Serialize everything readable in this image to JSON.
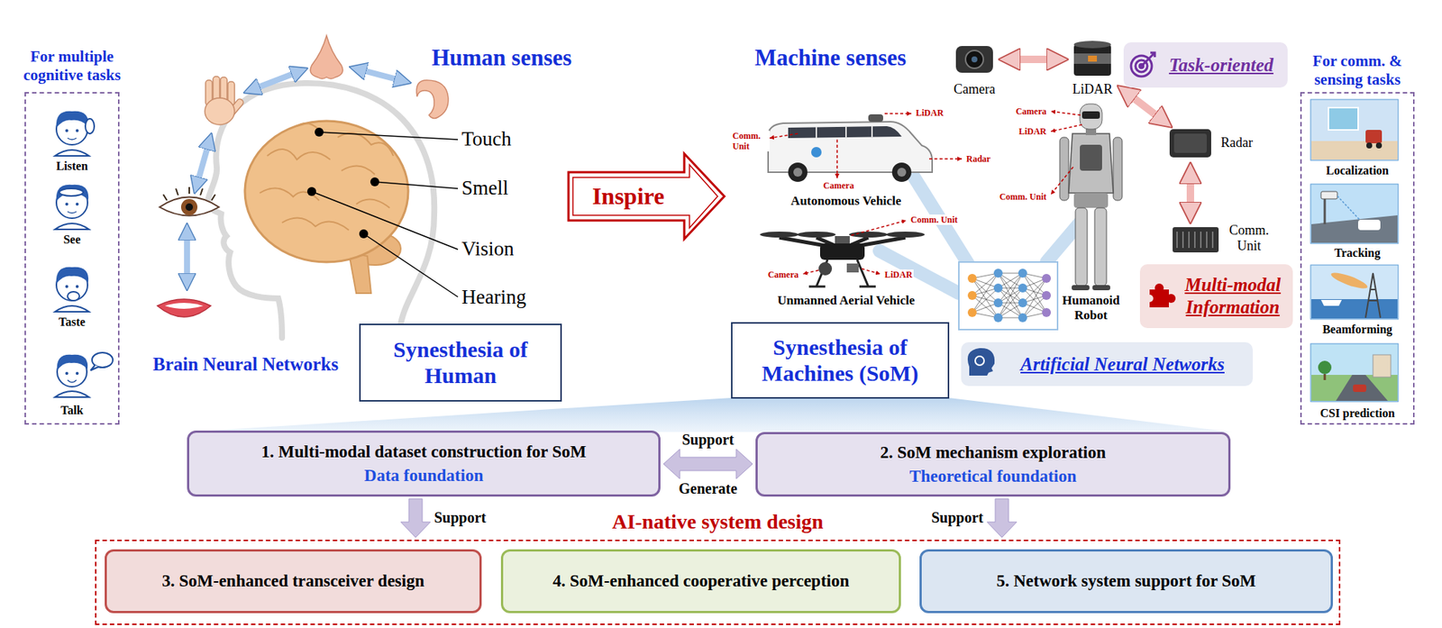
{
  "diagram": {
    "nodes": [
      {
        "text": [
          "For multiple cognitive tasks",
          "Listen",
          "See",
          "Taste",
          "Talk"
        ]
      },
      {
        "text": [
          "Synesthesia of Human"
        ]
      },
      {
        "text": [
          "Inspire"
        ]
      },
      {
        "text": [
          "Synesthesia of Machines (SoM)"
        ]
      },
      {
        "text": [
          "Task-oriented"
        ]
      },
      {
        "text": [
          "Multi-modal Information"
        ]
      },
      {
        "text": [
          "Artificial Neural Networks"
        ]
      },
      {
        "text": [
          "For comm. & sensing tasks",
          "Localization",
          "Tracking",
          "Beamforming",
          "CSI prediction"
        ]
      },
      {
        "text": [
          "1. Multi-modal dataset construction for SoM",
          "Data foundation"
        ]
      },
      {
        "text": [
          "2. SoM mechanism exploration",
          "Theoretical foundation"
        ]
      },
      {
        "text": [
          "AI-native system design"
        ]
      },
      {
        "text": [
          "3. SoM-enhanced transceiver design"
        ],
        "in": 10
      },
      {
        "text": [
          "4. SoM-enhanced cooperative perception"
        ],
        "in": 10
      },
      {
        "text": [
          "5. Network system support for SoM"
        ],
        "in": 10
      }
    ],
    "edges": [
      {
        "from": 8,
        "to": 9,
        "arrow": "both",
        "label": "Support"
      },
      {
        "from": 8,
        "to": 10,
        "arrow": "to",
        "label": "Support"
      },
      {
        "from": 9,
        "to": 10,
        "arrow": "to",
        "label": "Support"
      }
    ],
    "labels": [
      "Human senses",
      "Touch",
      "Smell",
      "Vision",
      "Hearing",
      "Brain Neural Networks",
      "Machine senses",
      "Camera",
      "LiDAR",
      "LiDAR",
      "Comm. Unit",
      "Radar",
      "Camera",
      "Autonomous Vehicle",
      "Camera",
      "LiDAR",
      "Comm. Unit",
      "Radar",
      "Comm. Unit",
      "Camera",
      "LiDAR",
      "Unmanned Aerial Vehicle",
      "Humanoid Robot",
      "Comm. Unit",
      "Generate"
    ]
  }
}
